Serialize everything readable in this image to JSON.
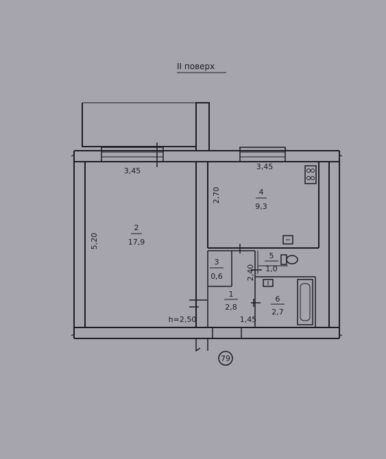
{
  "floor_title": "II поверх",
  "apartment_number": "79",
  "ceiling_height": "h=2,50",
  "rooms": [
    {
      "number": "2",
      "area": "17,9"
    },
    {
      "number": "4",
      "area": "9,3"
    },
    {
      "number": "3",
      "area": "0,6"
    },
    {
      "number": "5",
      "area": "1,0"
    },
    {
      "number": "1",
      "area": "2,8"
    },
    {
      "number": "6",
      "area": "2,7"
    }
  ],
  "dimensions": {
    "room2_width": "3,45",
    "room2_length": "5,20",
    "room4_width": "3,45",
    "room4_length": "2,70",
    "hall_length": "2,40",
    "hall_width": "1,45"
  },
  "colors": {
    "paper": "#a6a4ad",
    "ink": "#1d1c21",
    "wall_fill": "#b1afb8"
  }
}
